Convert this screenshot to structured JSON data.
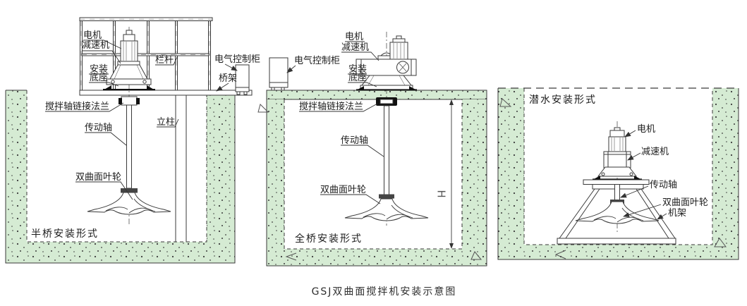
{
  "caption": "GSJ双曲面搅拌机安装示意图",
  "colors": {
    "concrete_green": "#d5ebd3",
    "line": "#3a3a3a"
  },
  "panels": {
    "half_bridge": {
      "title": "半桥安装形式",
      "labels": {
        "motor": "电机",
        "reducer": "减速机",
        "mount_base": "安装底座",
        "railing": "栏杆",
        "control_cabinet": "电气控制柜",
        "bridge_frame": "桥架",
        "shaft_coupling_flange": "搅拌轴链接法兰",
        "drive_shaft": "传动轴",
        "column": "立柱",
        "impeller": "双曲面叶轮"
      }
    },
    "full_bridge": {
      "title": "全桥安装形式",
      "labels": {
        "control_cabinet": "电气控制柜",
        "motor": "电机",
        "reducer": "减速机",
        "mount_base": "安装底座",
        "shaft_coupling_flange": "搅拌轴链接法兰",
        "drive_shaft": "传动轴",
        "impeller": "双曲面叶轮",
        "depth_symbol": "H"
      }
    },
    "submersible": {
      "title": "潜水安装形式",
      "labels": {
        "motor": "电机",
        "reducer": "减速机",
        "drive_shaft": "传动轴",
        "impeller": "双曲面叶轮",
        "frame": "机架"
      }
    }
  }
}
